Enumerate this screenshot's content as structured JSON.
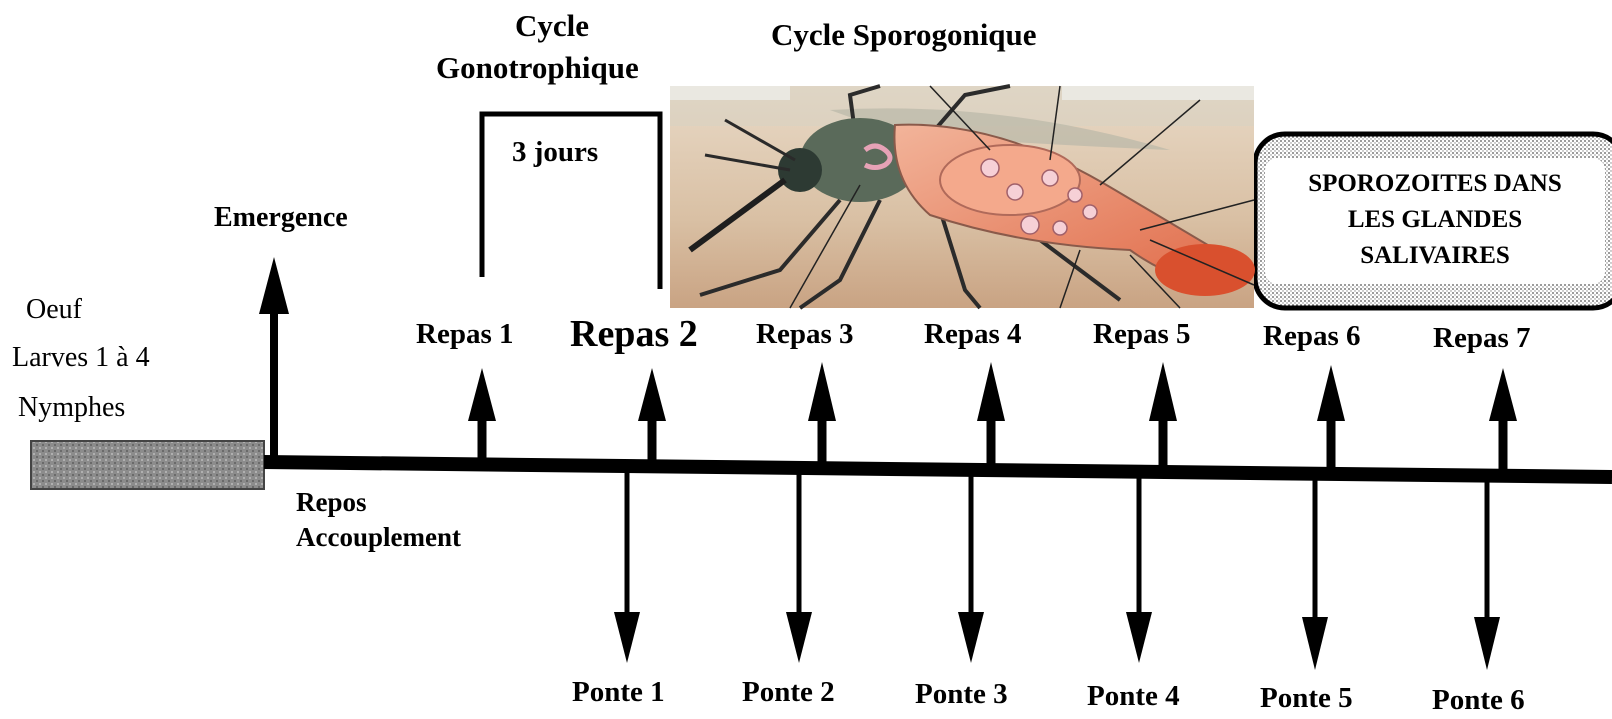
{
  "titles": {
    "gonotrophic_line1": "Cycle",
    "gonotrophic_line2": "Gonotrophique",
    "sporogonic": "Cycle Sporogonique"
  },
  "interval_label": "3 jours",
  "emergence": "Emergence",
  "preimaginal": [
    "Oeuf",
    "Larves 1 à 4",
    "Nymphes"
  ],
  "rest": [
    "Repos",
    "Accouplement"
  ],
  "repas": [
    "Repas 1",
    "Repas 2",
    "Repas 3",
    "Repas 4",
    "Repas 5",
    "Repas 6",
    "Repas 7"
  ],
  "pontes": [
    "Ponte 1",
    "Ponte 2",
    "Ponte 3",
    "Ponte 4",
    "Ponte 5",
    "Ponte 6"
  ],
  "sporozoite_box": [
    "SPOROZOITES DANS",
    "LES GLANDES",
    "SALIVAIRES"
  ],
  "image_subject": "mosquito-anatomy-photo",
  "colors": {
    "ink": "#000000",
    "box_fill": "#9a9a9a",
    "blood": "#d9502e"
  }
}
